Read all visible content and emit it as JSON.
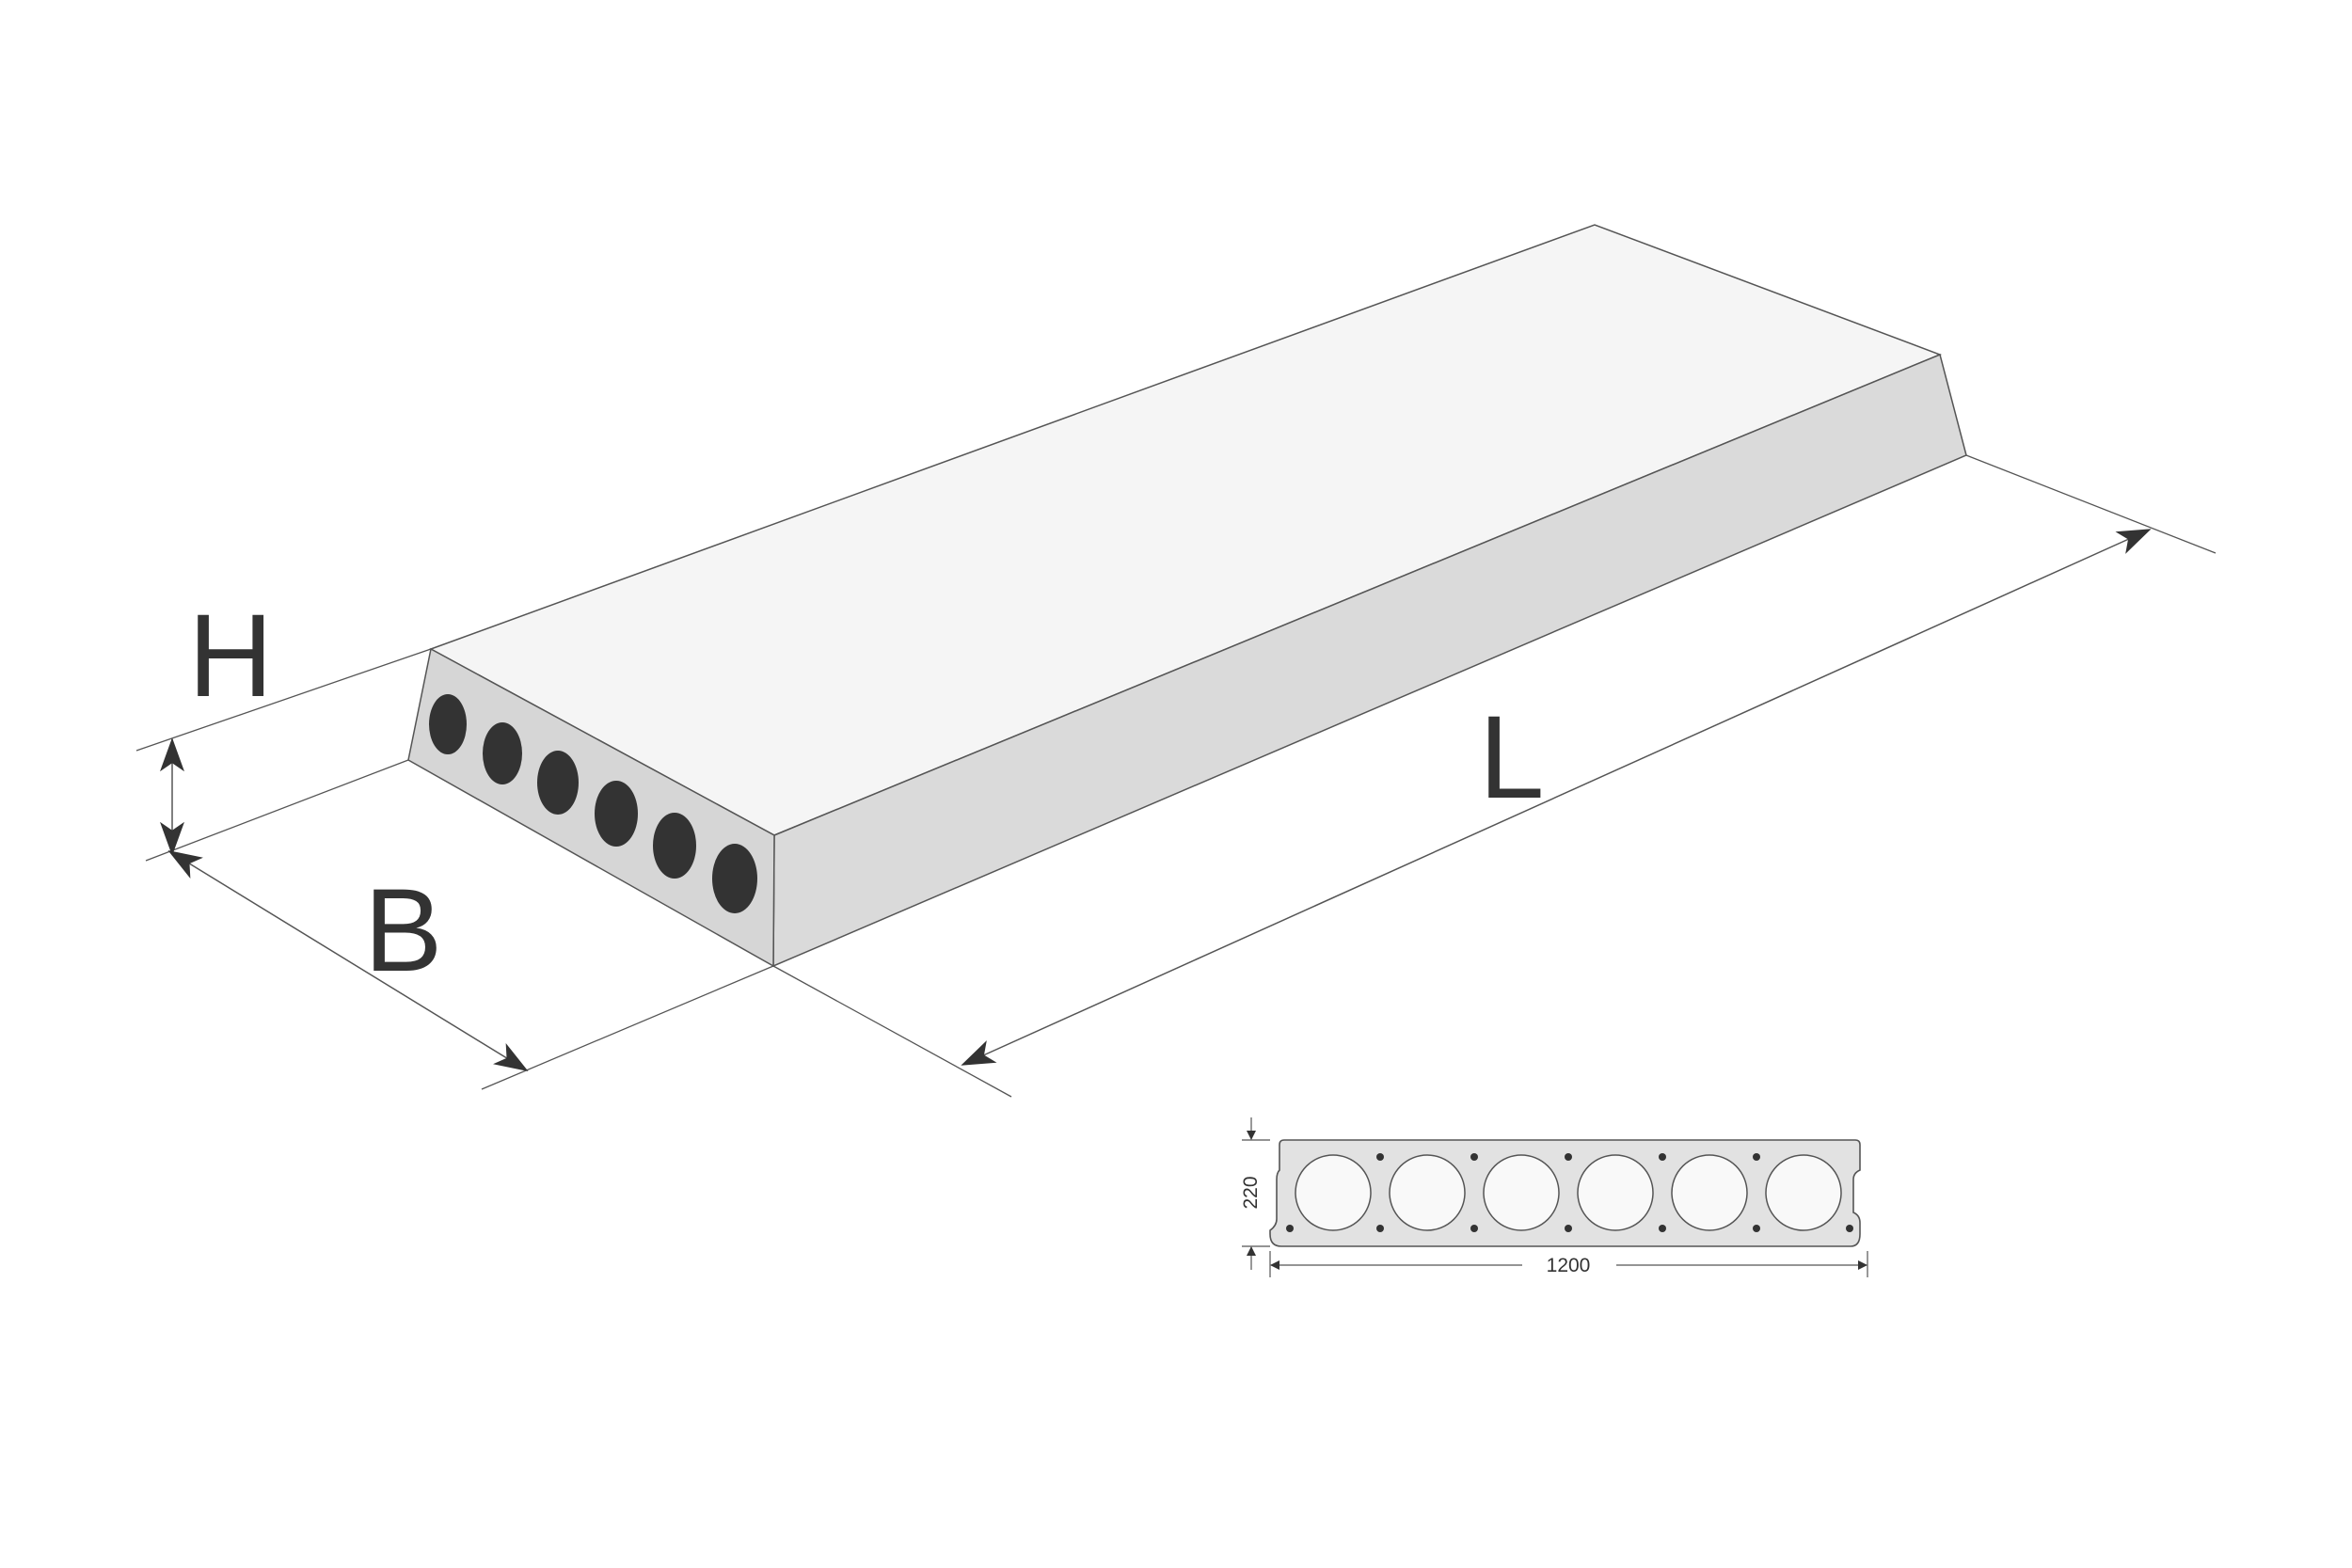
{
  "labels": {
    "height": "H",
    "width": "B",
    "length": "L"
  },
  "section": {
    "height_mm": "220",
    "width_mm": "1200",
    "void_count": 6
  },
  "colors": {
    "top_face": "#f5f5f5",
    "side_face": "#dadada",
    "end_face": "#d6d6d6",
    "voids": "#333333",
    "outline": "#555555",
    "dimension_lines": "#555555",
    "arrows": "#333333",
    "section_fill": "#e2e2e2"
  }
}
